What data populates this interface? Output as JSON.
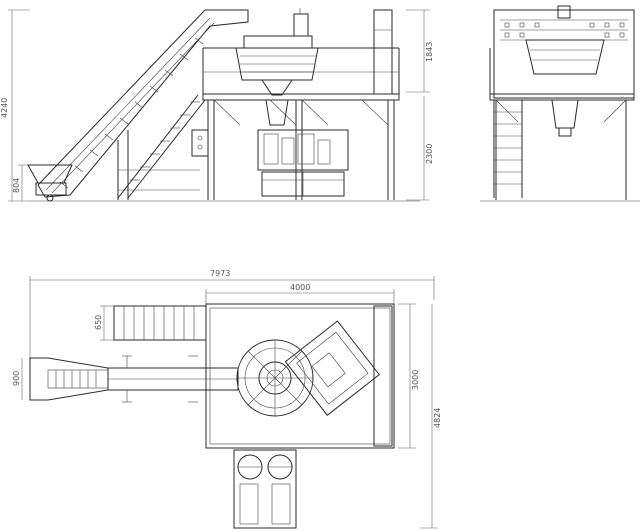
{
  "dimensions": {
    "side_total_height": "4240",
    "side_hopper_height": "804",
    "side_weigher_height": "1843",
    "side_platform_height": "2300",
    "plan_total_length": "7973",
    "plan_platform_width": "4000",
    "plan_stair_width": "650",
    "plan_conveyor_width": "900",
    "plan_platform_depth": "3000",
    "plan_total_depth": "4824"
  }
}
